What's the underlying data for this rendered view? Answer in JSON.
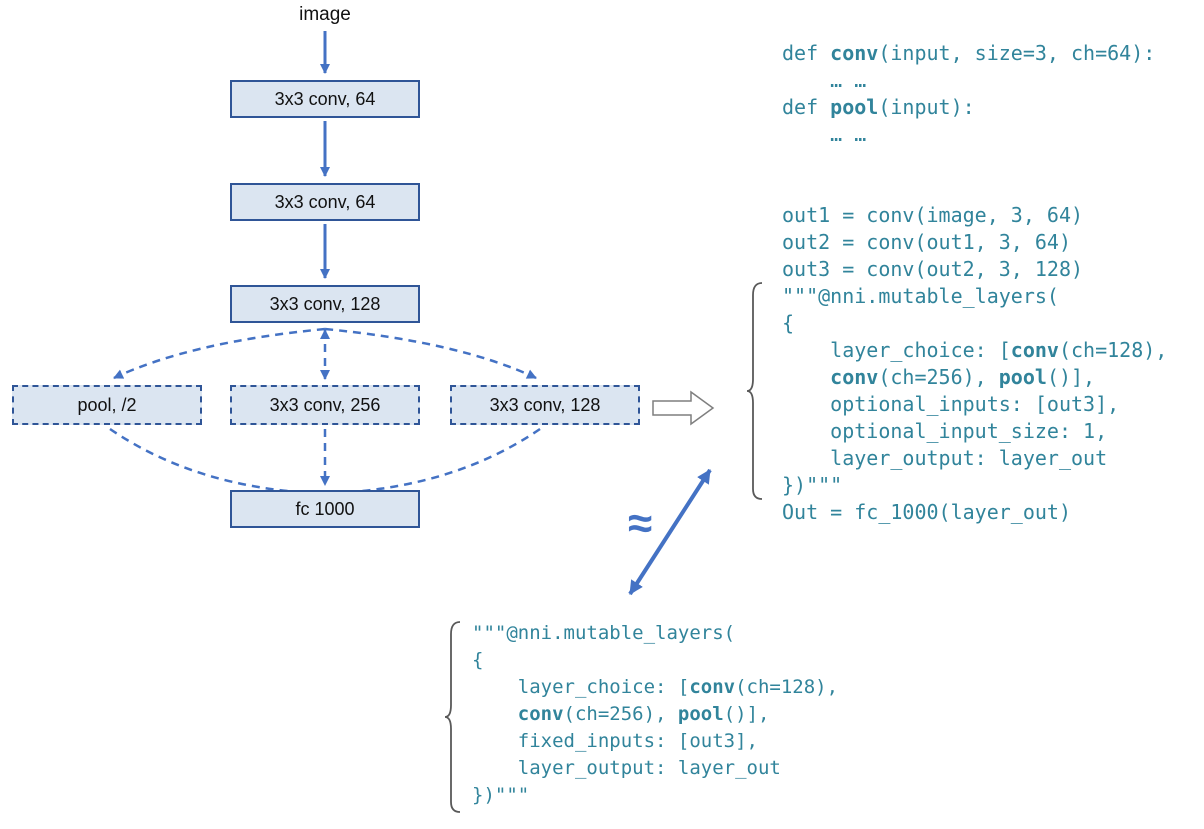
{
  "diagram": {
    "input_label": "image",
    "boxes": {
      "conv1": "3x3 conv, 64",
      "conv2": "3x3 conv, 64",
      "conv3": "3x3 conv, 128",
      "choice_pool": "pool, /2",
      "choice_conv256": "3x3 conv, 256",
      "choice_conv128": "3x3 conv, 128",
      "fc": "fc 1000"
    },
    "approx_symbol": "≈"
  },
  "colors": {
    "box_fill": "#dbe5f1",
    "box_border": "#2f5597",
    "arrow_blue": "#4472c4",
    "code_teal": "#31849b",
    "brace_gray": "#595959"
  },
  "code_right": {
    "lines": [
      [
        [
          "def ",
          0
        ],
        [
          "conv",
          1
        ],
        [
          "(input, size=3, ch=64):",
          0
        ]
      ],
      [
        [
          "    … …",
          0
        ]
      ],
      [
        [
          "def ",
          0
        ],
        [
          "pool",
          1
        ],
        [
          "(input):",
          0
        ]
      ],
      [
        [
          "    … …",
          0
        ]
      ],
      [],
      [],
      [
        [
          "out1 = conv(image, 3, 64)",
          0
        ]
      ],
      [
        [
          "out2 = conv(out1, 3, 64)",
          0
        ]
      ],
      [
        [
          "out3 = conv(out2, 3, 128)",
          0
        ]
      ],
      [
        [
          "\"\"\"@nni.mutable_layers(",
          0
        ]
      ],
      [
        [
          "{",
          0
        ]
      ],
      [
        [
          "    layer_choice: [",
          0
        ],
        [
          "conv",
          1
        ],
        [
          "(ch=128),",
          0
        ]
      ],
      [
        [
          "    ",
          0
        ],
        [
          "conv",
          1
        ],
        [
          "(ch=256), ",
          0
        ],
        [
          "pool",
          1
        ],
        [
          "()],",
          0
        ]
      ],
      [
        [
          "    optional_inputs: [out3],",
          0
        ]
      ],
      [
        [
          "    optional_input_size: 1,",
          0
        ]
      ],
      [
        [
          "    layer_output: layer_out",
          0
        ]
      ],
      [
        [
          "})\"\"\"",
          0
        ]
      ],
      [
        [
          "Out = fc_1000(layer_out)",
          0
        ]
      ]
    ]
  },
  "code_bottom": {
    "lines": [
      [
        [
          "\"\"\"@nni.mutable_layers(",
          0
        ]
      ],
      [
        [
          "{",
          0
        ]
      ],
      [
        [
          "    layer_choice: [",
          0
        ],
        [
          "conv",
          1
        ],
        [
          "(ch=128),",
          0
        ]
      ],
      [
        [
          "    ",
          0
        ],
        [
          "conv",
          1
        ],
        [
          "(ch=256), ",
          0
        ],
        [
          "pool",
          1
        ],
        [
          "()],",
          0
        ]
      ],
      [
        [
          "    fixed_inputs: [out3],",
          0
        ]
      ],
      [
        [
          "    layer_output: layer_out",
          0
        ]
      ],
      [
        [
          "})\"\"\"",
          0
        ]
      ]
    ]
  }
}
